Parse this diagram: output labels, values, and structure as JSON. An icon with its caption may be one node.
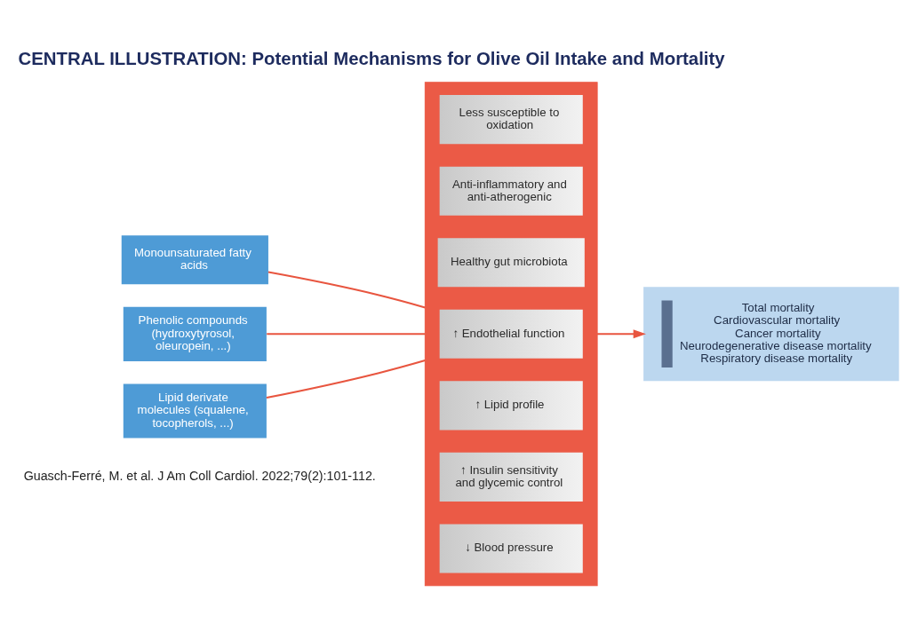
{
  "diagram": {
    "title": "CENTRAL ILLUSTRATION: Potential Mechanisms for Olive Oil Intake and Mortality",
    "caption": "Guasch-Ferré, M. et al. J Am Coll Cardiol. 2022;79(2):101-112.",
    "nodes": [
      {
        "text": [
          "Monounsaturated fatty acids"
        ]
      },
      {
        "text": [
          "Phenolic compounds (hydroxytyrosol, oleuropein, ...)"
        ]
      },
      {
        "text": [
          "Lipid derivate molecules (squalene, tocopherols, ...)"
        ]
      },
      {
        "text": [],
        "shape": "box"
      },
      {
        "text": [
          "Less susceptible to oxidation"
        ],
        "in": 3
      },
      {
        "text": [
          "Anti-inflammatory and anti-atherogenic"
        ],
        "in": 3
      },
      {
        "text": [
          "Healthy gut microbiota"
        ],
        "in": 3
      },
      {
        "text": [
          "↑ Endothelial function"
        ],
        "in": 3
      },
      {
        "text": [
          "↑ Lipid profile"
        ],
        "in": 3
      },
      {
        "text": [
          "↑ Insulin sensitivity and glycemic control"
        ],
        "in": 3
      },
      {
        "text": [
          "↓ Blood pressure"
        ],
        "in": 3
      },
      {
        "text": [
          "Total mortality",
          "Cardiovascular mortality",
          "Cancer mortality",
          "Neurodegenerative disease mortality",
          "Respiratory disease mortality"
        ]
      }
    ],
    "edges": [
      {
        "from": 0,
        "to": 3,
        "arrow": "none"
      },
      {
        "from": 1,
        "to": 3,
        "arrow": "none"
      },
      {
        "from": 2,
        "to": 3,
        "arrow": "none"
      },
      {
        "from": 3,
        "to": 11,
        "arrow": "to"
      }
    ]
  }
}
